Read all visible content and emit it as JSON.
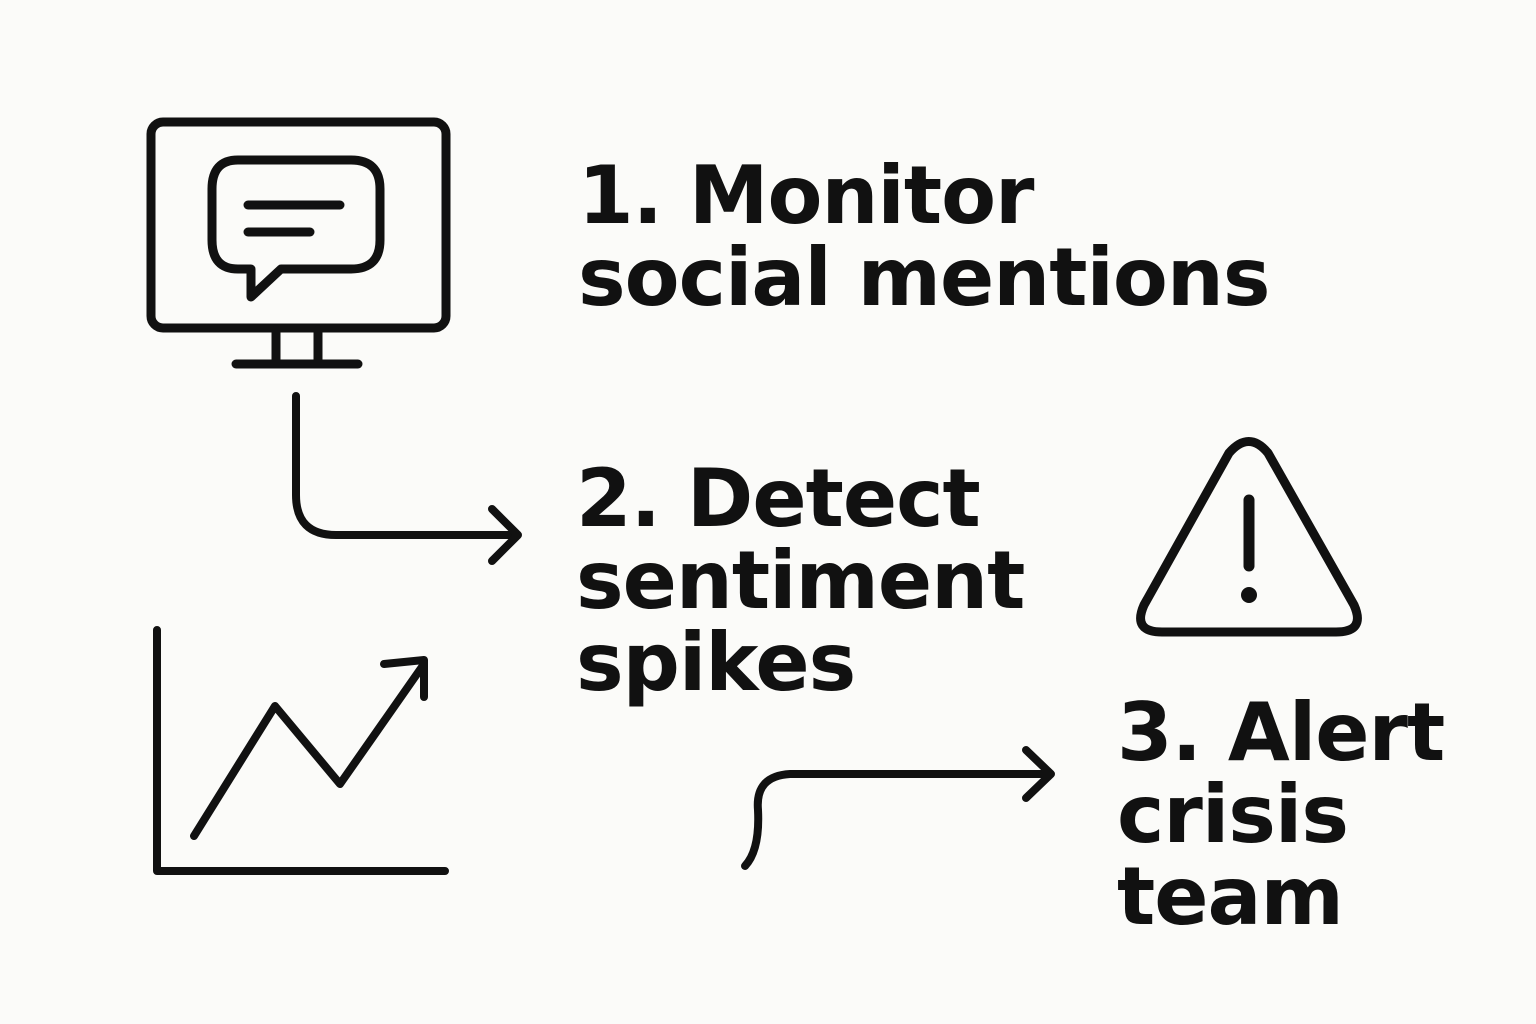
{
  "colors": {
    "background": "#fbfbf9",
    "ink": "#111111"
  },
  "icons": [
    "monitor-chat-icon",
    "trend-chart-icon",
    "warning-triangle-icon",
    "connector-arrow-icon"
  ],
  "steps": [
    {
      "lines": [
        "1. Monitor",
        "social mentions"
      ]
    },
    {
      "lines": [
        "2. Detect",
        "sentiment",
        "spikes"
      ]
    },
    {
      "lines": [
        "3. Alert",
        "crisis",
        "team"
      ]
    }
  ]
}
